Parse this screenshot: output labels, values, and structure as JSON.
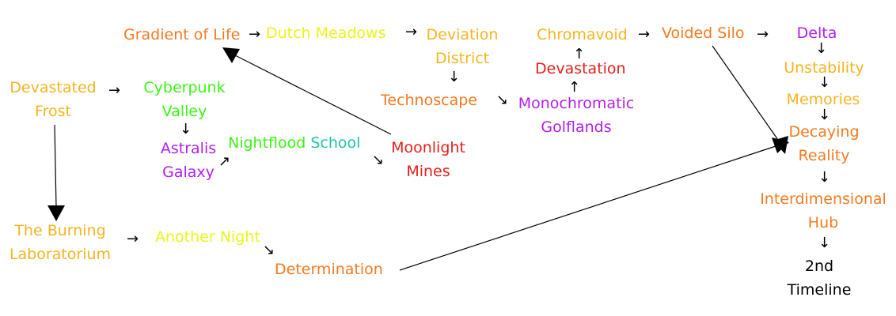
{
  "colors": {
    "orange": "#f47a1f",
    "gold": "#f6b41f",
    "yellow": "#e9f51a",
    "green": "#3af513",
    "teal": "#1fc4a3",
    "purple": "#b01ff0",
    "red": "#e3201b",
    "black": "#000000"
  },
  "nodes": {
    "devastated_frost": {
      "line1": "Devastated",
      "line2": "Frost",
      "color": "gold"
    },
    "cyberpunk_valley": {
      "line1": "Cyberpunk",
      "line2": "Valley",
      "color": "green"
    },
    "astralis_galaxy": {
      "line1": "Astralis",
      "line2": "Galaxy",
      "color": "purple"
    },
    "nightflood_school": {
      "word1": "Nightflood",
      "word2": "School",
      "color1": "green",
      "color2": "teal"
    },
    "moonlight_mines": {
      "line1": "Moonlight",
      "line2": "Mines",
      "color": "red"
    },
    "gradient_of_life": {
      "line1": "Gradient of Life",
      "color": "orange"
    },
    "dutch_meadows": {
      "line1": "Dutch Meadows",
      "color": "yellow"
    },
    "deviation_district": {
      "line1": "Deviation",
      "line2": "District",
      "color": "gold"
    },
    "technoscape": {
      "line1": "Technoscape",
      "color": "orange"
    },
    "monochromatic_golflands": {
      "line1": "Monochromatic",
      "line2": "Golflands",
      "color": "purple"
    },
    "devastation": {
      "line1": "Devastation",
      "color": "red"
    },
    "chromavoid": {
      "line1": "Chromavoid",
      "color": "gold"
    },
    "voided_silo": {
      "line1": "Voided Silo",
      "color": "orange"
    },
    "delta": {
      "line1": "Delta",
      "color": "purple"
    },
    "unstability": {
      "line1": "Unstability",
      "color": "gold"
    },
    "memories": {
      "line1": "Memories",
      "color": "gold"
    },
    "decaying_reality": {
      "line1": "Decaying",
      "line2": "Reality",
      "color": "orange"
    },
    "interdimensional_hub": {
      "line1": "Interdimensional",
      "line2": "Hub",
      "color": "orange"
    },
    "second_timeline": {
      "line1": "2nd",
      "line2": "Timeline",
      "color": "black"
    },
    "burning_laboratorium": {
      "line1": "The Burning",
      "line2": "Laboratorium",
      "color": "gold"
    },
    "another_night": {
      "line1": "Another Night",
      "color": "yellow"
    },
    "determination": {
      "line1": "Determination",
      "color": "orange"
    }
  },
  "glyphs": {
    "right": "→",
    "down": "↓",
    "up": "↑",
    "down_right": "↘",
    "up_right": "↗"
  }
}
